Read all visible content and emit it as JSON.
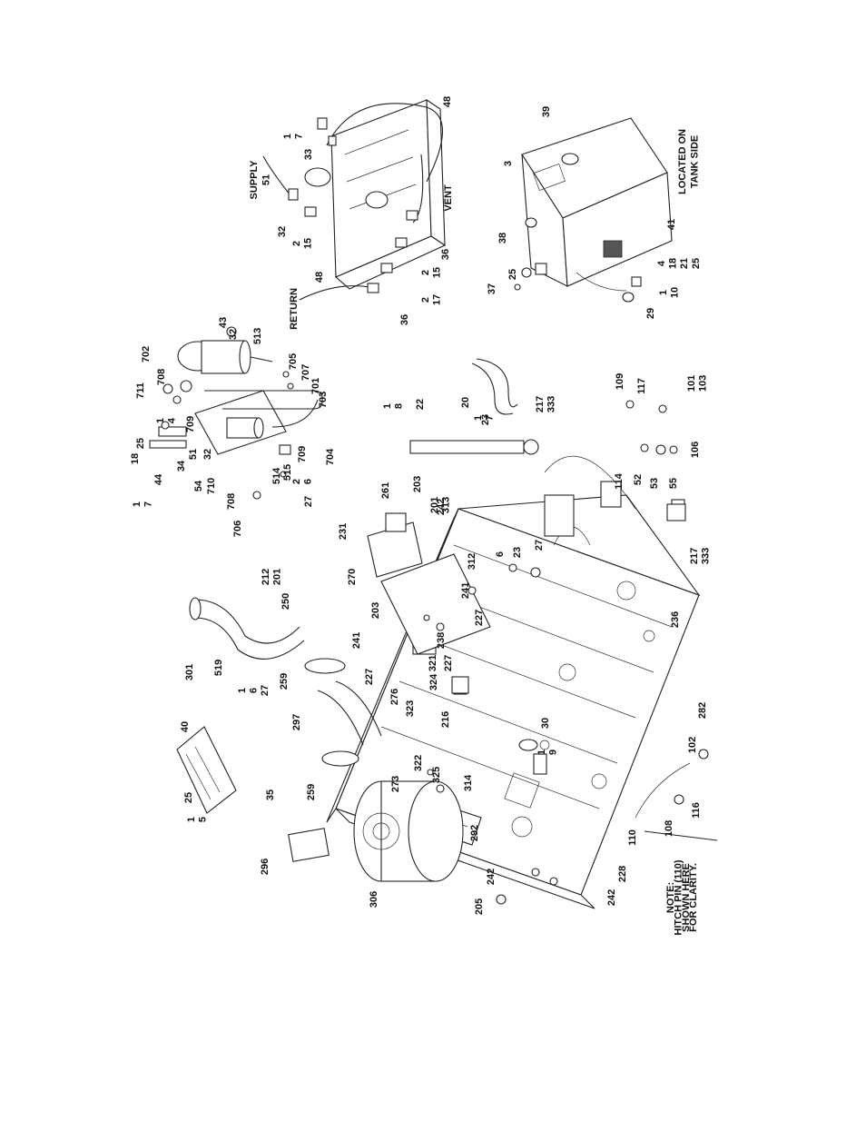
{
  "callouts": {
    "supply": [
      "SUPPLY",
      "51"
    ],
    "vent": [
      "VENT"
    ],
    "return": [
      "RETURN"
    ],
    "located": [
      "LOCATED ON",
      "TANK SIDE"
    ],
    "note": [
      "NOTE:",
      "HITCH PIN (110)",
      "SHOWN HERE",
      "FOR CLARITY."
    ]
  },
  "tank_labels": [
    [
      "1",
      "7"
    ],
    [
      "33"
    ],
    [
      "48"
    ],
    [
      "32"
    ],
    [
      "2",
      "15"
    ],
    [
      "36"
    ],
    [
      "2",
      "15"
    ],
    [
      "36"
    ],
    [
      "2",
      "17"
    ],
    [
      "48"
    ]
  ],
  "side_tank_labels": [
    [
      "39"
    ],
    [
      "3"
    ],
    [
      "38"
    ],
    [
      "25"
    ],
    [
      "37"
    ],
    [
      "41"
    ],
    [
      "4",
      "18",
      "21",
      "25"
    ],
    [
      "1",
      "10"
    ],
    [
      "29"
    ]
  ],
  "pump_labels": [
    [
      "702"
    ],
    [
      "43"
    ],
    [
      "32"
    ],
    [
      "513"
    ],
    [
      "711"
    ],
    [
      "708"
    ],
    [
      "1",
      "4"
    ],
    [
      "709"
    ],
    [
      "705"
    ],
    [
      "707"
    ],
    [
      "701"
    ],
    [
      "703"
    ],
    [
      "18"
    ],
    [
      "25"
    ],
    [
      "44"
    ],
    [
      "34"
    ],
    [
      "51"
    ],
    [
      "32"
    ],
    [
      "54"
    ],
    [
      "710"
    ],
    [
      "1",
      "7"
    ],
    [
      "708"
    ],
    [
      "706"
    ],
    [
      "27"
    ],
    [
      "2",
      "6"
    ],
    [
      "514"
    ],
    [
      "515"
    ],
    [
      "709"
    ],
    [
      "704"
    ]
  ],
  "frame_labels": [
    [
      "1",
      "8"
    ],
    [
      "22"
    ],
    [
      "20"
    ],
    [
      "1",
      "7"
    ],
    [
      "23"
    ],
    [
      "217",
      "333"
    ],
    [
      "109"
    ],
    [
      "117"
    ],
    [
      "101",
      "103"
    ],
    [
      "106"
    ],
    [
      "114"
    ],
    [
      "52"
    ],
    [
      "53"
    ],
    [
      "55"
    ],
    [
      "217",
      "333"
    ],
    [
      "236"
    ],
    [
      "282"
    ],
    [
      "102"
    ],
    [
      "116"
    ],
    [
      "108"
    ],
    [
      "110"
    ],
    [
      "261"
    ],
    [
      "203"
    ],
    [
      "201",
      "313"
    ],
    [
      "242"
    ],
    [
      "231"
    ],
    [
      "270"
    ],
    [
      "312"
    ],
    [
      "6"
    ],
    [
      "23"
    ],
    [
      "27"
    ],
    [
      "212",
      "201"
    ],
    [
      "250"
    ],
    [
      "203"
    ],
    [
      "241"
    ],
    [
      "227"
    ],
    [
      "241"
    ],
    [
      "227"
    ],
    [
      "238"
    ],
    [
      "227"
    ],
    [
      "321"
    ],
    [
      "324"
    ],
    [
      "276"
    ],
    [
      "323"
    ],
    [
      "301"
    ],
    [
      "259"
    ],
    [
      "216"
    ],
    [
      "297"
    ],
    [
      "30"
    ],
    [
      "1",
      "9"
    ],
    [
      "40"
    ],
    [
      "519"
    ],
    [
      "1",
      "6",
      "27"
    ],
    [
      "25"
    ],
    [
      "1",
      "5"
    ],
    [
      "35"
    ],
    [
      "259"
    ],
    [
      "322"
    ],
    [
      "325"
    ],
    [
      "314"
    ],
    [
      "273"
    ],
    [
      "296"
    ],
    [
      "292"
    ],
    [
      "306"
    ],
    [
      "242"
    ],
    [
      "205"
    ],
    [
      "242"
    ],
    [
      "228"
    ]
  ]
}
